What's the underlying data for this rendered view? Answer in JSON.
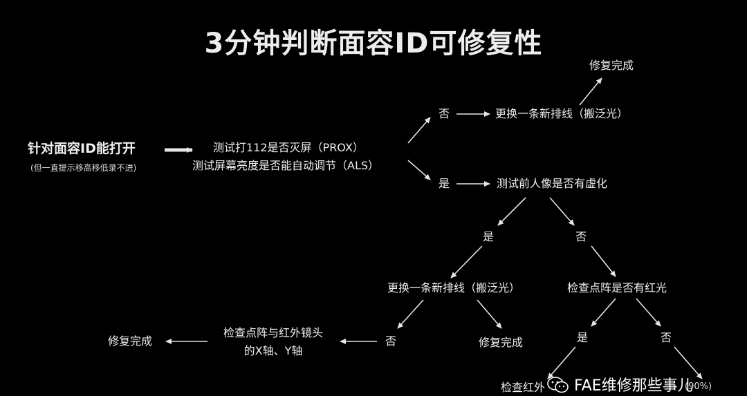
{
  "title": "3分钟判断面容ID可修复性",
  "nodes": {
    "start": "针对面容ID能打开",
    "start_note": "(但一直提示移高移低录不进)",
    "test_line1": "测试打112是否灭屏（PROX）",
    "test_line2": "测试屏幕亮度是否能自动调节（ALS）",
    "no_1": "否",
    "replace_cable_1": "更换一条新排线（搬泛光）",
    "repaired_top": "修复完成",
    "yes_1": "是",
    "check_portrait": "测试前人像是否有虚化",
    "yes_2": "是",
    "no_2": "否",
    "replace_cable_2": "更换一条新排线（搬泛光）",
    "check_dot_red": "检查点阵是否有红光",
    "no_3": "否",
    "repaired_mid": "修复完成",
    "check_xy_line1": "检查点阵与红外镜头",
    "check_xy_line2": "的X轴、Y轴",
    "repaired_left": "修复完成",
    "yes_3": "是",
    "no_4": "否",
    "check_ir_partial": "检查红外"
  },
  "watermark": {
    "text": "FAE维修那些事儿",
    "percent": "(90%)"
  },
  "colors": {
    "background": "#000000",
    "text": "#efefef",
    "arrow": "#e6e6e6"
  }
}
